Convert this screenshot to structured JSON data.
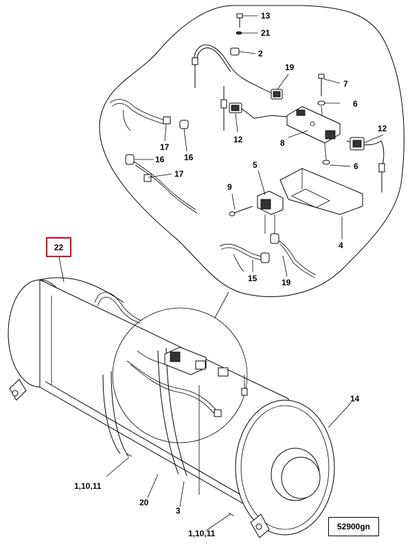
{
  "drawing_number": "52900gn",
  "highlighted_callout": "22",
  "callouts": {
    "c13": "13",
    "c21": "21",
    "c2": "2",
    "c19a": "19",
    "c7": "7",
    "c6a": "6",
    "c12a": "12",
    "c8": "8",
    "c12b": "12",
    "c17a": "17",
    "c16a": "16",
    "c16b": "16",
    "c17b": "17",
    "c5": "5",
    "c6b": "6",
    "c9": "9",
    "c4": "4",
    "c15": "15",
    "c19b": "19",
    "c14": "14",
    "c1a": "1,10,11",
    "c20": "20",
    "c3": "3",
    "c1b": "1,10,11"
  },
  "colors": {
    "highlight": "#d0021b",
    "line": "#000000"
  }
}
